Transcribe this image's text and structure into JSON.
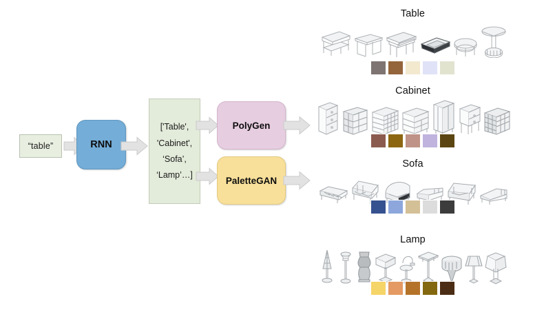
{
  "figure": {
    "background_color": "#ffffff",
    "title": ""
  },
  "pipeline": {
    "input": {
      "label": "“table”",
      "fill": "#e8efe0",
      "stroke": "#b9c0b2"
    },
    "rnn": {
      "label": "RNN",
      "fill": "#74add7",
      "stroke": "#5f97bf"
    },
    "category_list": {
      "lines": [
        "['Table',",
        "'Cabinet',",
        "‘Sofa’,",
        "‘Lamp’…]"
      ],
      "fill": "#e3ebda",
      "stroke": "#c3cbb8"
    },
    "polygen": {
      "label": "PolyGen",
      "fill": "#e7cde0",
      "stroke": "#d3b5cd"
    },
    "palettegan": {
      "label": "PaletteGAN",
      "fill": "#f8e09b",
      "stroke": "#e2c97f"
    },
    "arrows": {
      "fill": "#e2e2e2",
      "stroke": "#c9c9c9",
      "names": [
        "arrow-input-to-rnn",
        "arrow-rnn-to-list",
        "arrow-list-to-polygen",
        "arrow-list-to-palettegan",
        "arrow-polygen-to-output",
        "arrow-palettegan-to-output"
      ]
    }
  },
  "outputs": {
    "categories": [
      {
        "name": "Table",
        "shape_count": 6,
        "shapes": [
          "console-table",
          "folding-table",
          "dining-table",
          "coffee-table",
          "round-coffee-table",
          "pedestal-table"
        ],
        "palette": [
          "#7e7471",
          "#94643b",
          "#f2e9cf",
          "#e0e2f7",
          "#e2e3cf"
        ]
      },
      {
        "name": "Cabinet",
        "shape_count": 7,
        "shapes": [
          "filing-cabinet",
          "low-shelf-unit",
          "cubby-shelf",
          "dresser",
          "wardrobe",
          "nightstand",
          "pigeonhole-shelf"
        ],
        "palette": [
          "#8c5b50",
          "#8d6612",
          "#bf9387",
          "#c0b3de",
          "#5b4512"
        ]
      },
      {
        "name": "Sofa",
        "shape_count": 6,
        "shapes": [
          "bench-sofa",
          "two-seat-sofa",
          "curved-back-sofa",
          "l-shaped-sofa",
          "daybed-sofa",
          "chaise-sofa"
        ],
        "palette": [
          "#36518f",
          "#8da7dd",
          "#d4c097",
          "#dcdcdc",
          "#3c3c3c"
        ]
      },
      {
        "name": "Lamp",
        "shape_count": 9,
        "shapes": [
          "cone-floor-lamp",
          "candlestick-lamp",
          "turned-column-lamp",
          "box-shade-lamp",
          "arc-desk-lamp",
          "tray-floor-lamp",
          "drum-pendant-lamp",
          "tapered-table-lamp",
          "square-shade-lamp"
        ],
        "palette": [
          "#f5d468",
          "#e49a62",
          "#b5732a",
          "#84680f",
          "#4b2d15"
        ]
      }
    ]
  }
}
